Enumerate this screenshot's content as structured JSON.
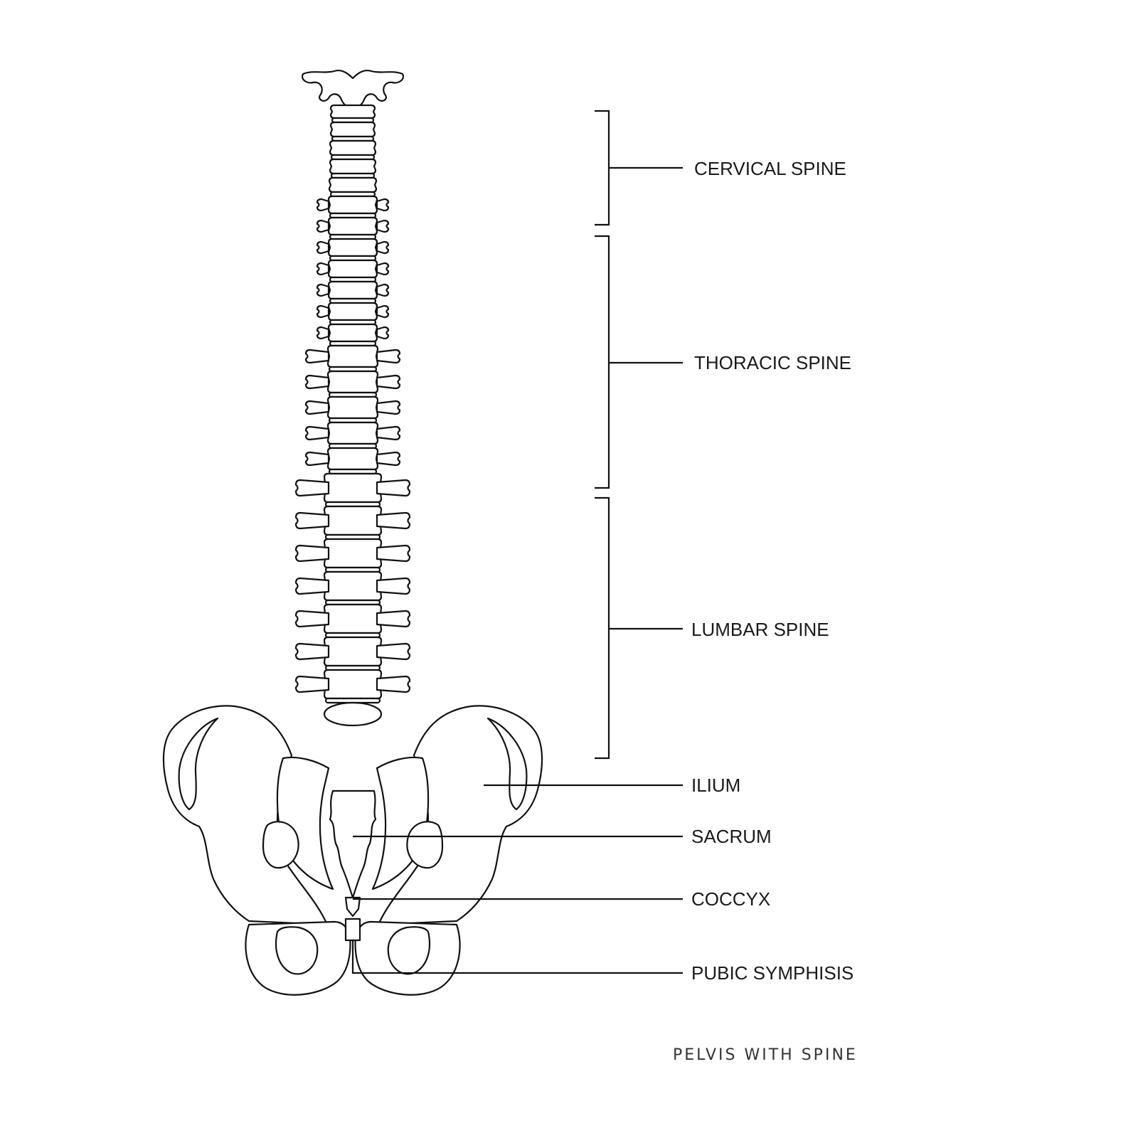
{
  "labels": {
    "cervical": "CERVICAL SPINE",
    "thoracic": "THORACIC SPINE",
    "lumbar": "LUMBAR SPINE",
    "ilium": "ILIUM",
    "sacrum": "SACRUM",
    "coccyx": "COCCYX",
    "pubic_symphysis": "PUBIC SYMPHISIS"
  },
  "caption": "PELVIS WITH SPINE",
  "colors": {
    "stroke": "#111111",
    "background": "#ffffff"
  }
}
